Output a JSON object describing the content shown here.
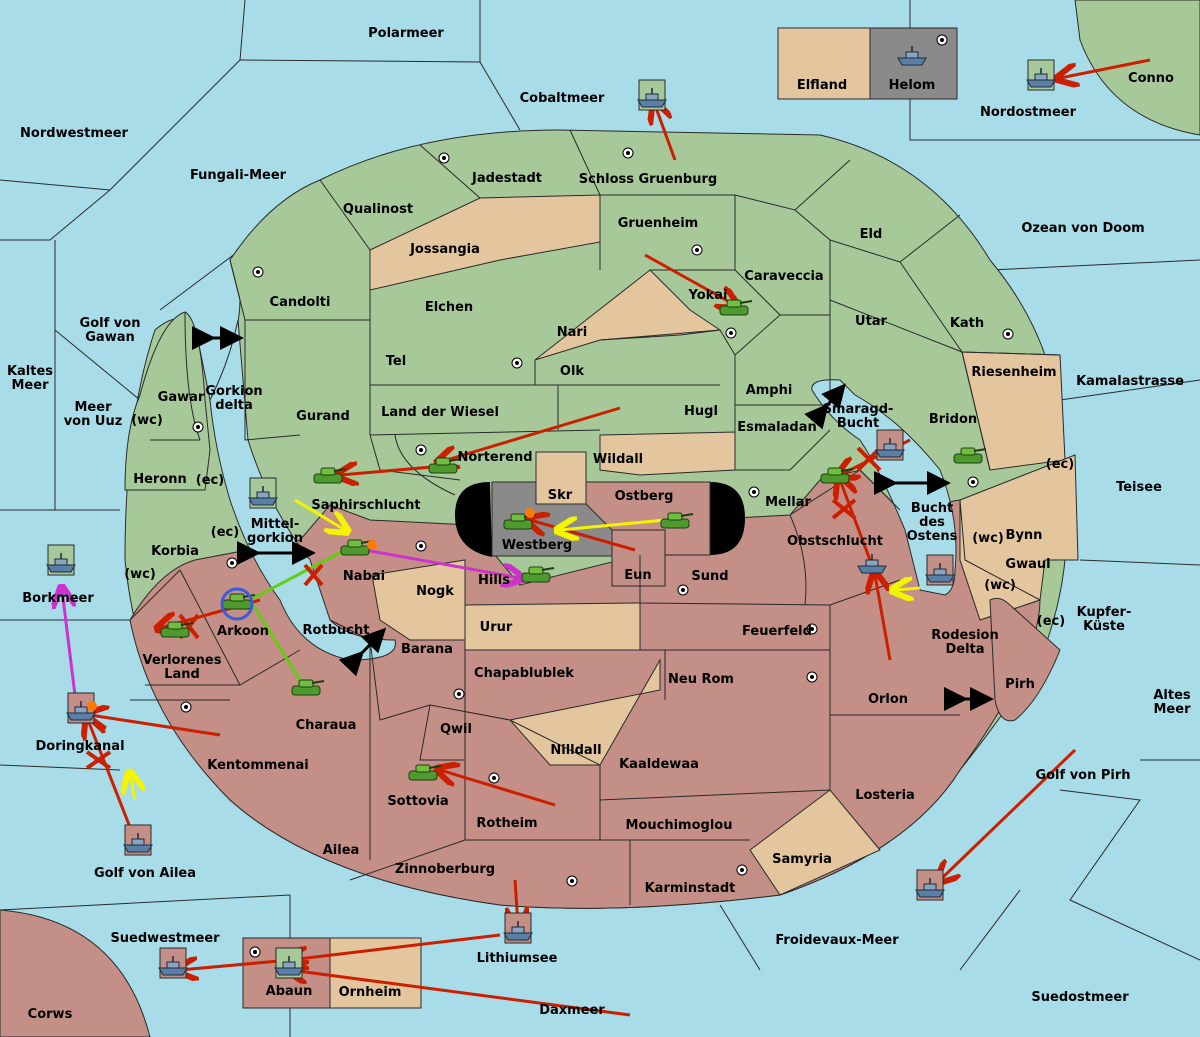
{
  "colors": {
    "sea": "#a8dce9",
    "green_power": "#a7c99a",
    "tan_power": "#e3c59e",
    "red_power": "#c38f86",
    "gray_neutral": "#8a8a8a",
    "move_order": "#cc1f00",
    "support_yellow": "#f3f500",
    "support_magenta": "#cc33cc",
    "support_green": "#66cc11",
    "convoy_black": "#000000"
  },
  "regions": {
    "seas": [
      "Polarmeer",
      "Cobaltmeer",
      "Nordwestmeer",
      "Fungali-Meer",
      "Nordostmeer",
      "Conno",
      "Ozean von Doom",
      "Golf von Gawan",
      "Kaltes Meer",
      "Meer von Uuz",
      "Kamalastrasse",
      "Teisee",
      "Kupfer-Küste",
      "Altes Meer",
      "Golf von Pirh",
      "Borkmeer",
      "Golf von Ailea",
      "Suedwestmeer",
      "Lithiumsee",
      "Froidevaux-Meer",
      "Suedostmeer",
      "Daxmeer",
      "Corws",
      "Rotbucht",
      "Smaragd-Bucht",
      "Bucht des Ostens",
      "Gorkion delta",
      "Mittel-gorkion",
      "Rodesion Delta"
    ],
    "land": [
      "Elfland",
      "Helom",
      "Jadestadt",
      "Schloss Gruenburg",
      "Qualinost",
      "Jossangia",
      "Gruenheim",
      "Eld",
      "Candolti",
      "Elchen",
      "Caraveccia",
      "Yokai",
      "Nari",
      "Utar",
      "Kath",
      "Tel",
      "Olk",
      "Amphi",
      "Riesenheim",
      "Gurand",
      "Land der Wiesel",
      "Hugl",
      "Esmaladan",
      "Bridon",
      "Gawar",
      "Heronn",
      "Norterend",
      "Wildall",
      "Skr",
      "Ostberg",
      "Mellar",
      "Saphirschlucht",
      "Westberg",
      "Obstschlucht",
      "Bynn",
      "Korbia",
      "Nabai",
      "Nogk",
      "Hills",
      "Eun",
      "Sund",
      "Gwaul",
      "Arkoon",
      "Verlorenes Land",
      "Urur",
      "Feuerfeld",
      "Barana",
      "Chapablublek",
      "Neu Rom",
      "Orlon",
      "Pirh",
      "Charaua",
      "Qwil",
      "Nilldall",
      "Doringkanal",
      "Kentommenai",
      "Kaaldewaa",
      "Sottovia",
      "Rotheim",
      "Losteria",
      "Ailea",
      "Mouchimoglou",
      "Samyria",
      "Zinnoberburg",
      "Karminstadt",
      "Abaun",
      "Ornheim"
    ]
  },
  "coast_tags": {
    "wc": "(wc)",
    "ec": "(ec)"
  }
}
